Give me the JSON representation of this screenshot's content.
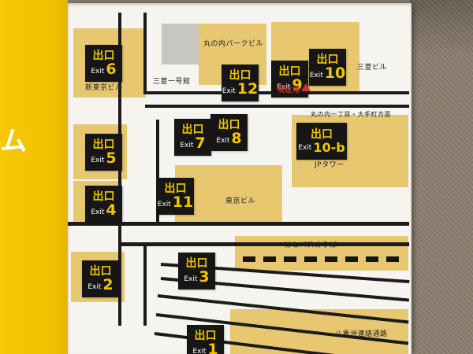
{
  "side_label": "ム",
  "labels": {
    "deguchi": "出口",
    "exit": "Exit"
  },
  "exits": [
    {
      "number": "6"
    },
    {
      "number": "12"
    },
    {
      "number": "9"
    },
    {
      "number": "10"
    },
    {
      "number": "5"
    },
    {
      "number": "7"
    },
    {
      "number": "8"
    },
    {
      "number": "10-b"
    },
    {
      "number": "4"
    },
    {
      "number": "11"
    },
    {
      "number": "3"
    },
    {
      "number": "2"
    },
    {
      "number": "1"
    }
  ],
  "buildings": {
    "marunouchi_park": "丸の内パークビル",
    "mitsubishi_ichigokan": "三菱一号館",
    "shin_tokyo": "新東京ビル",
    "mitsubishi": "三菱ビル",
    "jp_tower": "JPタワー",
    "tokyo_building": "東京ビル",
    "hato_bus": "はとバスのりば",
    "yaesu": "八重洲連絡通路"
  },
  "markers": {
    "current_location": "現在地",
    "direction": "丸の内一丁目・大手町方面"
  },
  "colors": {
    "band_yellow": "#f2c200",
    "building_tan": "#e7c76f",
    "sign_black": "#161616",
    "sign_yellow": "#f2c500",
    "marker_red": "#cc3333",
    "wall_brown": "#8a7e6e"
  }
}
